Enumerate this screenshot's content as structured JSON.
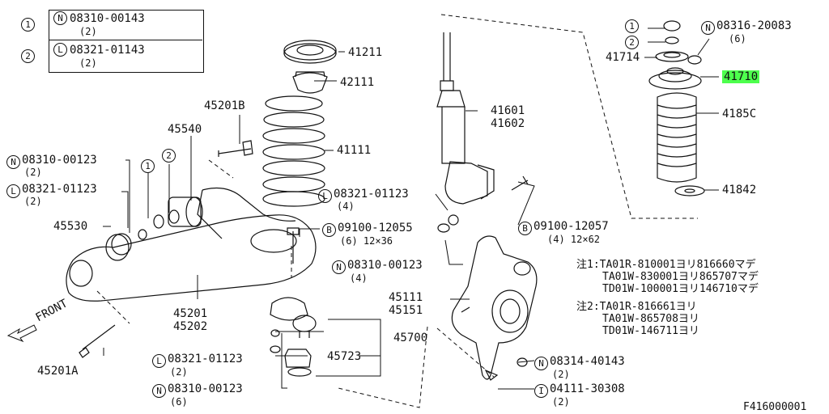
{
  "legend": {
    "row1": {
      "num": "1",
      "sym": "N",
      "part": "08310-00143",
      "qty": "(2)"
    },
    "row2": {
      "num": "2",
      "sym": "L",
      "part": "08321-01143",
      "qty": "(2)"
    }
  },
  "labels": {
    "p41211": "41211",
    "p42111": "42111",
    "p45201B": "45201B",
    "p45540": "45540",
    "p41111": "41111",
    "p08310_00123a": {
      "sym": "N",
      "part": "08310-00123",
      "qty": "(2)"
    },
    "c2": "2",
    "c1": "1",
    "p08321_01123a": {
      "sym": "L",
      "part": "08321-01123",
      "qty": "(2)"
    },
    "p45530": "45530",
    "p09100_12055": {
      "sym": "B",
      "part": "09100-12055",
      "qty": "(6) 12×36"
    },
    "front": "FRONT",
    "p45201": "45201",
    "p45202": "45202",
    "p45201A": "45201A",
    "p08321_01123b": {
      "sym": "L",
      "part": "08321-01123",
      "qty": "(2)"
    },
    "p08310_00123b": {
      "sym": "N",
      "part": "08310-00123",
      "qty": "(6)"
    },
    "p45723": "45723",
    "p45700": "45700",
    "p41601": "41601",
    "p41602": "41602",
    "p08321_01123c": {
      "sym": "L",
      "part": "08321-01123",
      "qty": "(4)"
    },
    "p09100_12057": {
      "sym": "B",
      "part": "09100-12057",
      "qty": "(4) 12×62"
    },
    "p08310_00123c": {
      "sym": "N",
      "part": "08310-00123",
      "qty": "(4)"
    },
    "p45111": "45111",
    "p45151": "45151",
    "p08314_40143": {
      "sym": "N",
      "part": "08314-40143",
      "qty": "(2)"
    },
    "p04111_30308": {
      "sym": "I",
      "part": "04111-30308",
      "qty": "(2)"
    },
    "r1": "1",
    "r2": "2",
    "p08316_20083": {
      "sym": "N",
      "part": "08316-20083",
      "qty": "(6)"
    },
    "p41714": "41714",
    "p41710": "41710",
    "p41850": "4185C",
    "p41842": "41842"
  },
  "notes": {
    "n1a": "注1:TA01R-810001ヨリ816660マデ",
    "n1b": "TA01W-830001ヨリ865707マデ",
    "n1c": "TD01W-100001ヨリ146710マデ",
    "n2a": "注2:TA01R-816661ヨリ",
    "n2b": "TA01W-865708ヨリ",
    "n2c": "TD01W-146711ヨリ"
  },
  "figure_code": "F416000001",
  "colors": {
    "highlight": "#4dff4d",
    "ink": "#111111"
  }
}
